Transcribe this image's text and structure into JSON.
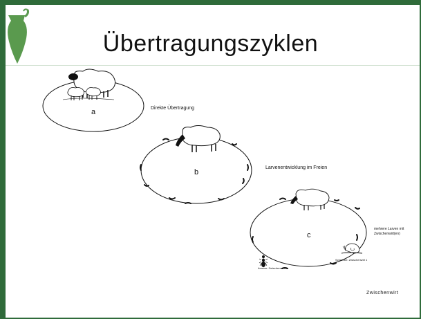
{
  "title": "Übertragungszyklen",
  "cycles": {
    "a": {
      "letter": "a",
      "label": "Direkte Übertragung"
    },
    "b": {
      "letter": "b",
      "label": "Larvenentwicklung im Freien"
    },
    "c": {
      "letter": "c",
      "label_line1": "mehrere Larven mit",
      "label_line2": "Zwischenwirt(en)",
      "snail_label": "Schnecke: Zwischenwirt  1",
      "ant_label": "Ameise: Zwischenwirt 2"
    }
  },
  "footer_label": "Zwischenwirt",
  "colors": {
    "frame": "#2f6b3a",
    "logo": "#5a9a4e",
    "ink": "#111111"
  },
  "icons": [
    "logo-amphora-icon",
    "sheep-icon",
    "lamb-icon",
    "snail-icon",
    "ant-icon",
    "larva-icon"
  ]
}
